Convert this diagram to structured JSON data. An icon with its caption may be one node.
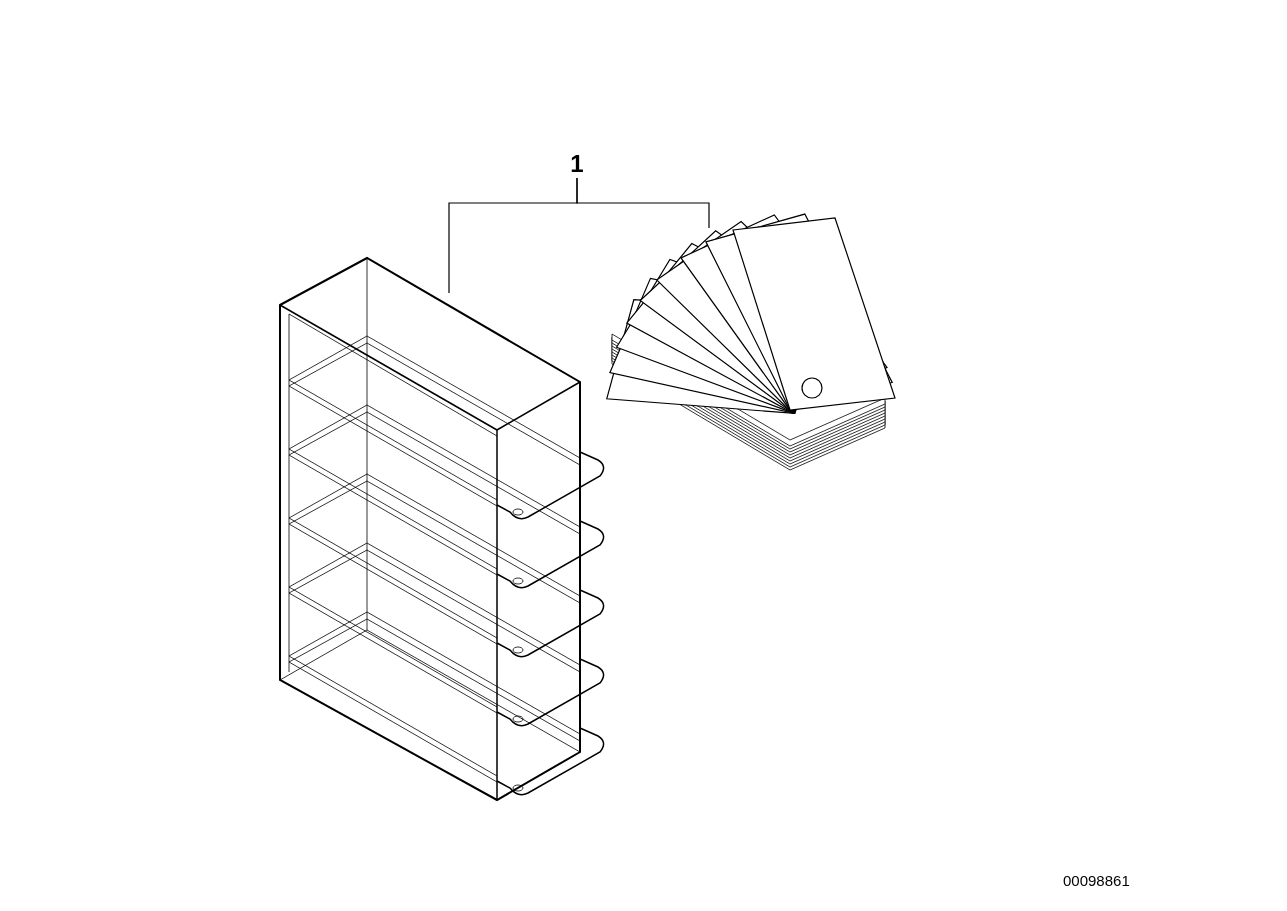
{
  "diagram": {
    "nodes": [
      {
        "text": [
          "1"
        ]
      },
      {
        "text": [],
        "shape": "picture"
      },
      {
        "text": [],
        "shape": "picture"
      }
    ],
    "edges": [
      {
        "from": 0,
        "to": 1,
        "arrow": "none"
      },
      {
        "from": 0,
        "to": 2,
        "arrow": "none"
      }
    ],
    "labels": [
      "00098861"
    ]
  }
}
